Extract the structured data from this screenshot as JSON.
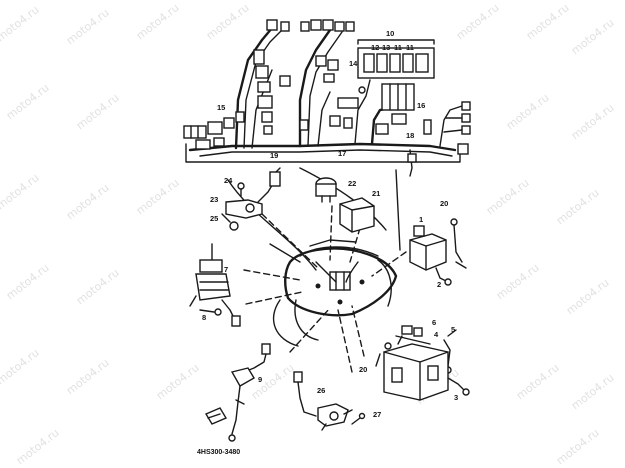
{
  "watermark": "moto4.ru",
  "figure_code": "4HS300-3480",
  "callouts": [
    {
      "id": "c10",
      "text": "10"
    },
    {
      "id": "c12",
      "text": "12"
    },
    {
      "id": "c13",
      "text": "13"
    },
    {
      "id": "c11a",
      "text": "11"
    },
    {
      "id": "c11b",
      "text": "11"
    },
    {
      "id": "c14",
      "text": "14"
    },
    {
      "id": "c15",
      "text": "15"
    },
    {
      "id": "c16",
      "text": "16"
    },
    {
      "id": "c18",
      "text": "18"
    },
    {
      "id": "c19",
      "text": "19"
    },
    {
      "id": "c17",
      "text": "17"
    },
    {
      "id": "c22",
      "text": "22"
    },
    {
      "id": "c21",
      "text": "21"
    },
    {
      "id": "c24",
      "text": "24"
    },
    {
      "id": "c23",
      "text": "23"
    },
    {
      "id": "c25",
      "text": "25"
    },
    {
      "id": "c20a",
      "text": "20"
    },
    {
      "id": "c1",
      "text": "1"
    },
    {
      "id": "c2",
      "text": "2"
    },
    {
      "id": "c7",
      "text": "7"
    },
    {
      "id": "c8",
      "text": "8"
    },
    {
      "id": "c6",
      "text": "6"
    },
    {
      "id": "c4",
      "text": "4"
    },
    {
      "id": "c5",
      "text": "5"
    },
    {
      "id": "c20b",
      "text": "20"
    },
    {
      "id": "c3",
      "text": "3"
    },
    {
      "id": "c9",
      "text": "9"
    },
    {
      "id": "c26",
      "text": "26"
    },
    {
      "id": "c27",
      "text": "27"
    }
  ]
}
